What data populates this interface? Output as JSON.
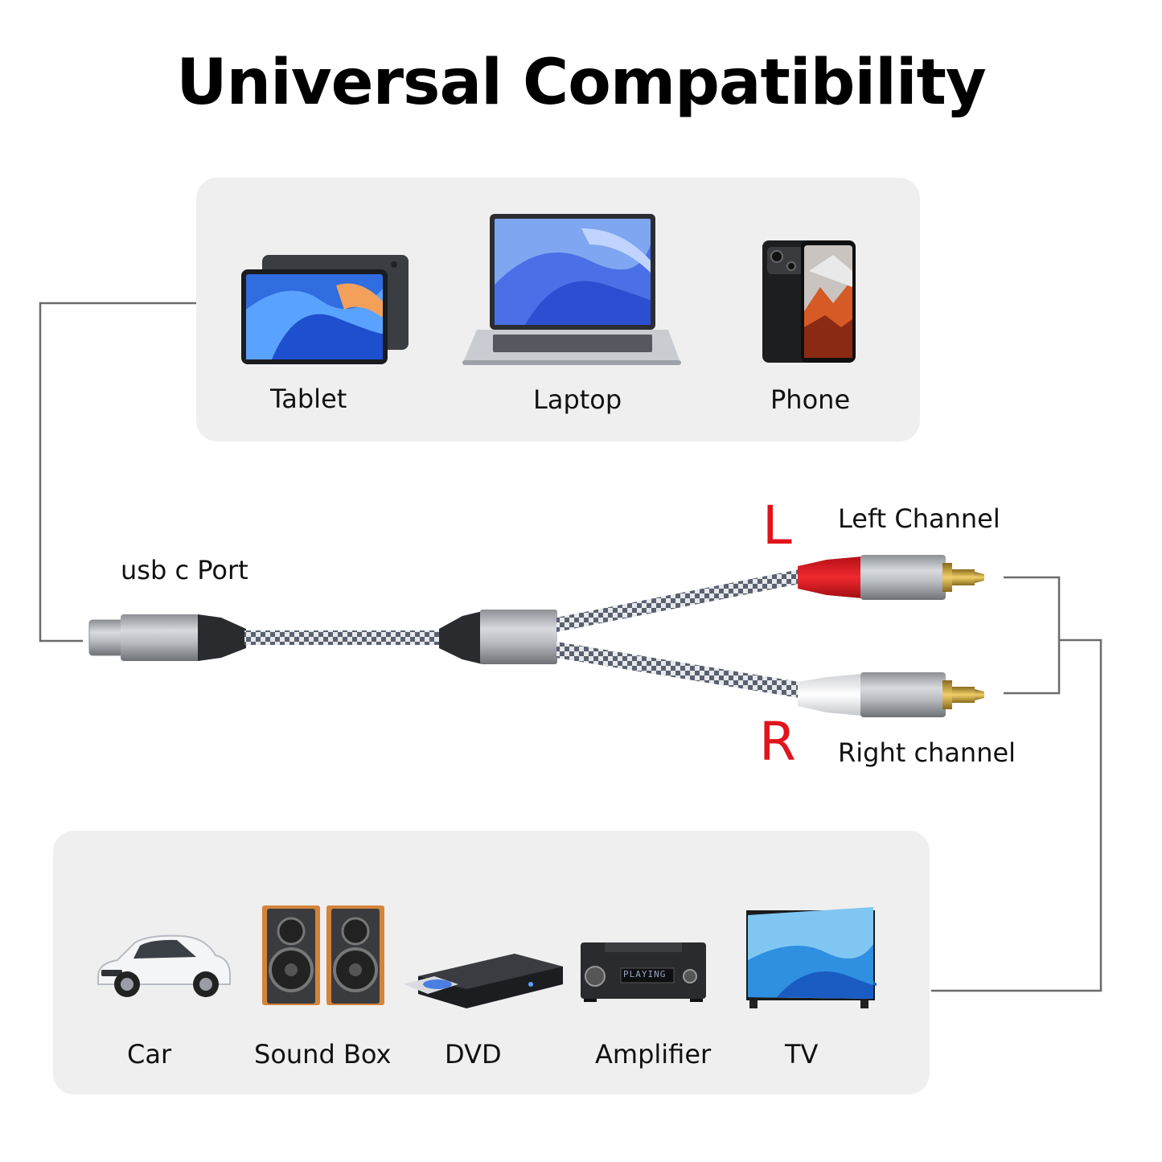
{
  "title": "Universal Compatibility",
  "top_devices": [
    {
      "label": "Tablet",
      "icon": "tablet-icon"
    },
    {
      "label": "Laptop",
      "icon": "laptop-icon"
    },
    {
      "label": "Phone",
      "icon": "phone-icon"
    }
  ],
  "bottom_devices": [
    {
      "label": "Car",
      "icon": "car-icon"
    },
    {
      "label": "Sound Box",
      "icon": "speaker-icon"
    },
    {
      "label": "DVD",
      "icon": "dvd-player-icon"
    },
    {
      "label": "Amplifier",
      "icon": "amplifier-icon"
    },
    {
      "label": "TV",
      "icon": "tv-icon"
    }
  ],
  "cable": {
    "usb_label": "usb c Port",
    "left_letter": "L",
    "left_label": "Left Channel",
    "right_letter": "R",
    "right_label": "Right channel",
    "amplifier_display": "PLAYING"
  },
  "colors": {
    "accent_red": "#e0141c",
    "panel_bg": "#efefef",
    "line": "#6b6b6b"
  }
}
